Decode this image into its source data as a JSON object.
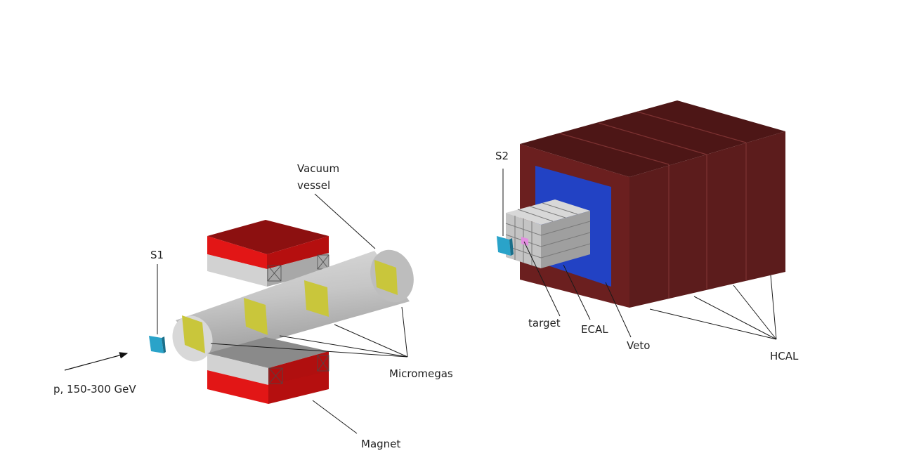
{
  "labels": {
    "vacuum_line1": "Vacuum",
    "vacuum_line2": "vessel",
    "s1": "S1",
    "s2": "S2",
    "beam": "p, 150-300 GeV",
    "micromegas": "Micromegas",
    "magnet": "Magnet",
    "target": "target",
    "ecal": "ECAL",
    "veto": "Veto",
    "hcal": "HCAL"
  },
  "colors": {
    "magnet_red": "#e01515",
    "magnet_red_dark": "#b00f0f",
    "magnet_grey": "#cdcdcd",
    "vessel_grey": "#c8c8c8",
    "micromegas_yellow": "#c8c53c",
    "scintillator_blue": "#2aa3c9",
    "hcal_maroon": "#5a1a1a",
    "veto_blue": "#1f3fc7",
    "ecal_grey": "#c4c4c4",
    "target_pink": "#e38fe0"
  },
  "icons": {
    "beam_arrow": "arrow-right-icon"
  }
}
